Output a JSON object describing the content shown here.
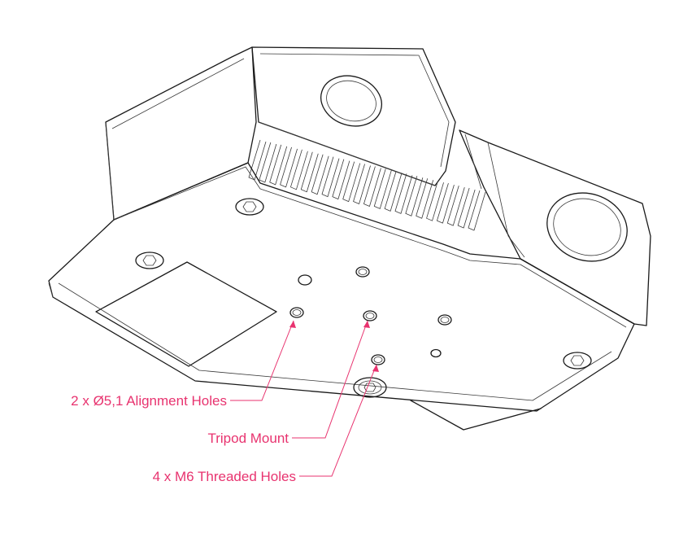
{
  "callouts": {
    "alignment_holes": "2 x Ø5,1 Alignment Holes",
    "tripod_mount": "Tripod Mount",
    "threaded_holes": "4 x M6 Threaded Holes"
  },
  "colors": {
    "callout": "#e8336f",
    "line": "#1a1a1a",
    "background": "#ffffff"
  }
}
